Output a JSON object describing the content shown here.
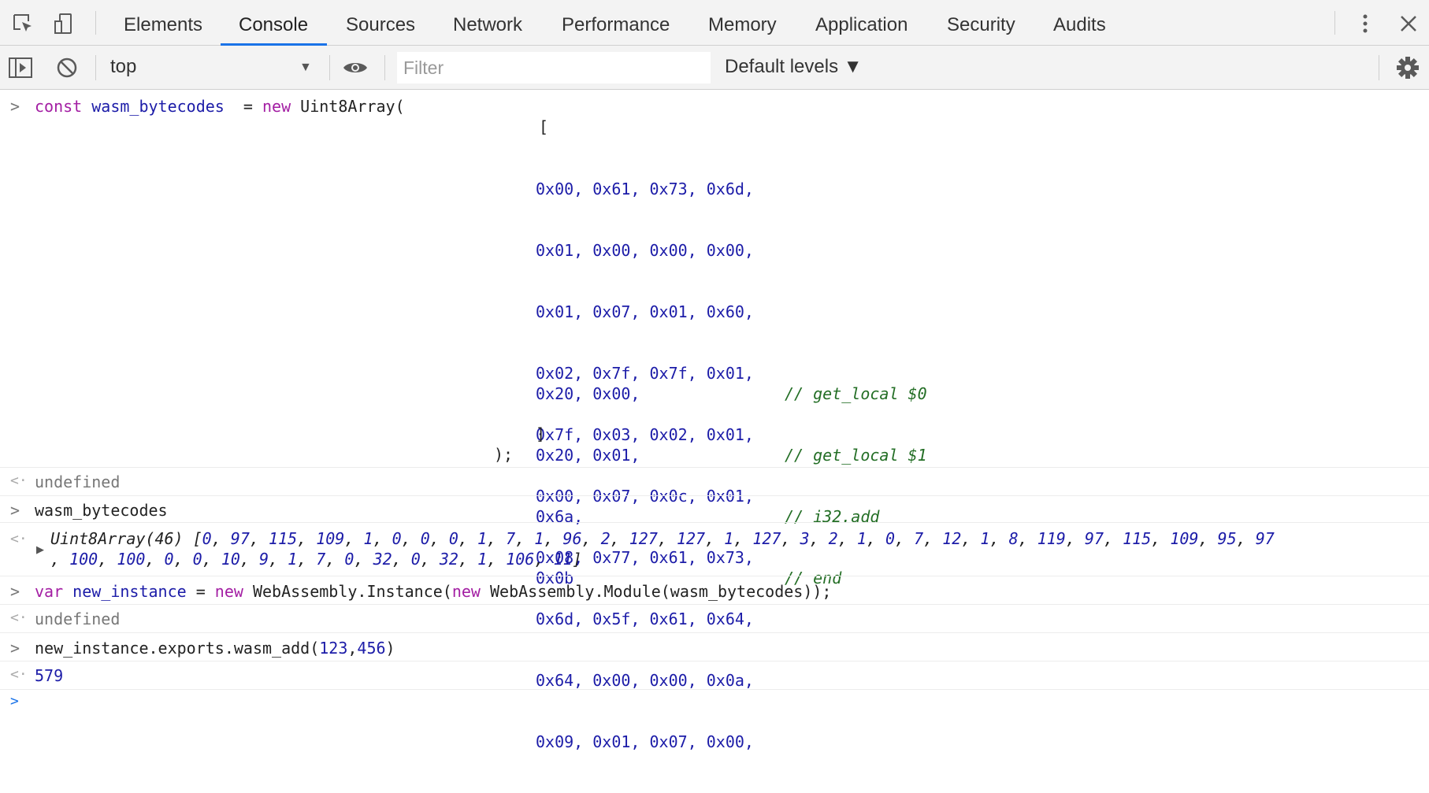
{
  "tabs": [
    "Elements",
    "Console",
    "Sources",
    "Network",
    "Performance",
    "Memory",
    "Application",
    "Security",
    "Audits"
  ],
  "active_tab": "Console",
  "toolbar": {
    "context": "top",
    "filter_placeholder": "Filter",
    "levels": "Default levels ▼"
  },
  "console": {
    "cmd1": {
      "kw_const": "const",
      "varname": "wasm_bytecodes",
      "eq": "  = ",
      "kw_new": "new",
      "ctor": " Uint8Array(",
      "open_bracket": "[",
      "rows": [
        "0x00, 0x61, 0x73, 0x6d,",
        "0x01, 0x00, 0x00, 0x00,",
        "0x01, 0x07, 0x01, 0x60,",
        "0x02, 0x7f, 0x7f, 0x01,",
        "0x7f, 0x03, 0x02, 0x01,",
        "0x00, 0x07, 0x0c, 0x01,",
        "0x08, 0x77, 0x61, 0x73,",
        "0x6d, 0x5f, 0x61, 0x64,",
        "0x64, 0x00, 0x00, 0x0a,",
        "0x09, 0x01, 0x07, 0x00,"
      ],
      "commented_rows": [
        {
          "code": "0x20, 0x00,",
          "comment": "// get_local $0"
        },
        {
          "code": "0x20, 0x01,",
          "comment": "// get_local $1"
        },
        {
          "code": "0x6a,",
          "comment": "// i32.add"
        },
        {
          "code": "0x0b",
          "comment": "// end"
        }
      ],
      "close_bracket": "]",
      "close_paren": ");"
    },
    "result1": "undefined",
    "cmd2": "wasm_bytecodes",
    "result2": {
      "type": "Uint8Array(46)",
      "values": [
        0,
        97,
        115,
        109,
        1,
        0,
        0,
        0,
        1,
        7,
        1,
        96,
        2,
        127,
        127,
        1,
        127,
        3,
        2,
        1,
        0,
        7,
        12,
        1,
        8,
        119,
        97,
        115,
        109,
        95,
        97,
        100,
        100,
        0,
        0,
        10,
        9,
        1,
        7,
        0,
        32,
        0,
        32,
        1,
        106,
        11
      ]
    },
    "cmd3": {
      "kw_var": "var",
      "varname": "new_instance",
      "eq": " = ",
      "kw_new1": "new",
      "mid": " WebAssembly.Instance(",
      "kw_new2": "new",
      "tail": " WebAssembly.Module(wasm_bytecodes));"
    },
    "result3": "undefined",
    "cmd4": {
      "prefix": "new_instance.exports.wasm_add(",
      "a": "123",
      "comma": ",",
      "b": "456",
      "suffix": ")"
    },
    "result4": "579"
  }
}
